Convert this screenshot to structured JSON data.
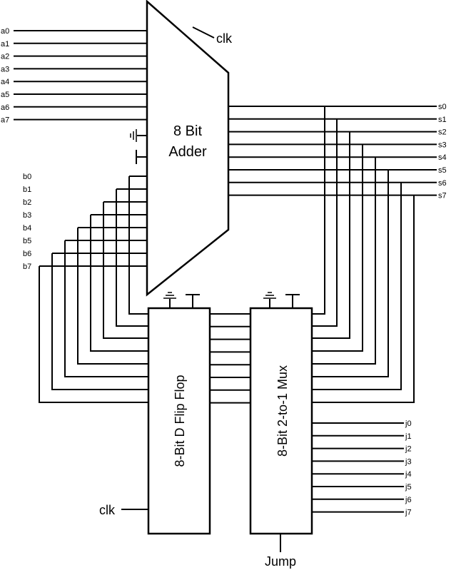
{
  "adder": {
    "line1": "8 Bit",
    "line2": "Adder",
    "clk": "clk"
  },
  "inputs_a": [
    "a0",
    "a1",
    "a2",
    "a3",
    "a4",
    "a5",
    "a6",
    "a7"
  ],
  "inputs_b": [
    "b0",
    "b1",
    "b2",
    "b3",
    "b4",
    "b5",
    "b6",
    "b7"
  ],
  "outputs_s": [
    "s0",
    "s1",
    "s2",
    "s3",
    "s4",
    "s5",
    "s6",
    "s7"
  ],
  "inputs_j": [
    "j0",
    "j1",
    "j2",
    "j3",
    "j4",
    "j5",
    "j6",
    "j7"
  ],
  "flipflop": {
    "label": "8-Bit D Flip Flop",
    "clk": "clk"
  },
  "mux": {
    "label": "8-Bit 2-to-1 Mux",
    "select": "Jump"
  }
}
